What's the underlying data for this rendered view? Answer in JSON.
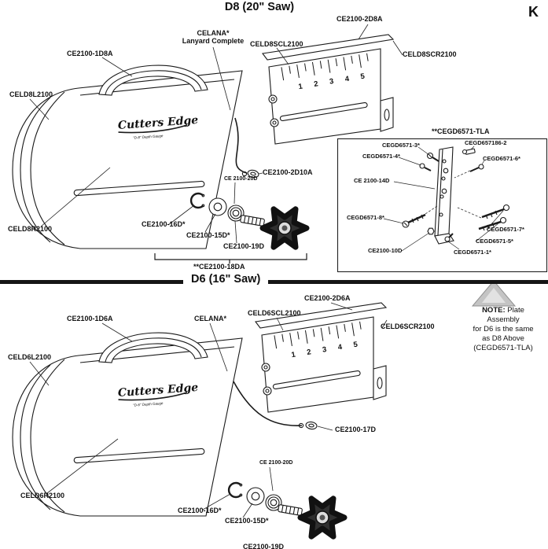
{
  "page": {
    "corner_letter": "K"
  },
  "ruler": [
    "1",
    "2",
    "3",
    "4",
    "5"
  ],
  "brand": {
    "name": "Cutters Edge",
    "d8_sub": "\"D-8\" Depth Gauge",
    "d6_sub": "\"D-6\" Depth Gauge"
  },
  "d8": {
    "title": "D8 (20\" Saw)",
    "labels": {
      "top_bar": "CE2100-2D8A",
      "lanyard1": "CELANA*",
      "lanyard2": "Lanyard Complete",
      "scale_left": "CELD8SCL2100",
      "handle": "CE2100-1D8A",
      "scale_right": "CELD8SCR2100",
      "body_left": "CELD8L2100",
      "body_right": "CELD8R2100",
      "lanyard_ring": "CE2100-2D10A",
      "washer_20d": "CE 2100-20D",
      "ring": "CE2100-16D*",
      "washer_15d": "CE2100-15D*",
      "washer_19d": "CE2100-19D",
      "knob_assy": "**CE2100-18DA"
    },
    "inset": {
      "title": "**CEGD6571-TLA",
      "l3": "CEGD6571-3*",
      "l86": "CEGD657186-2",
      "l4": "CEGD6571-4*",
      "l6": "CEGD6571-6*",
      "l14": "CE 2100-14D",
      "l8": "CEGD6571-8*",
      "l7": "CEGD6571-7*",
      "l5": "CEGD6571-5*",
      "l10": "CE2100-10D",
      "l1": "CEGD6571-1*"
    }
  },
  "d6": {
    "title": "D6 (16\" Saw)",
    "labels": {
      "top_bar": "CE2100-2D6A",
      "scale_left": "CELD6SCL2100",
      "handle": "CE2100-1D6A",
      "lanyard": "CELANA*",
      "scale_right": "CELD6SCR2100",
      "body_left": "CELD6L2100",
      "body_right": "CELD6R2100",
      "clip": "CE2100-17D",
      "washer_20d": "CE 2100-20D",
      "ring": "CE2100-16D*",
      "washer_15d": "CE2100-15D*",
      "washer_19d": "CE2100-19D"
    },
    "note": {
      "bold": "NOTE:",
      "line1": " Plate",
      "line2": "Assembly",
      "line3": "for D6 is the same",
      "line4": "as D8 Above",
      "line5": "(CEGD6571-TLA)"
    }
  }
}
